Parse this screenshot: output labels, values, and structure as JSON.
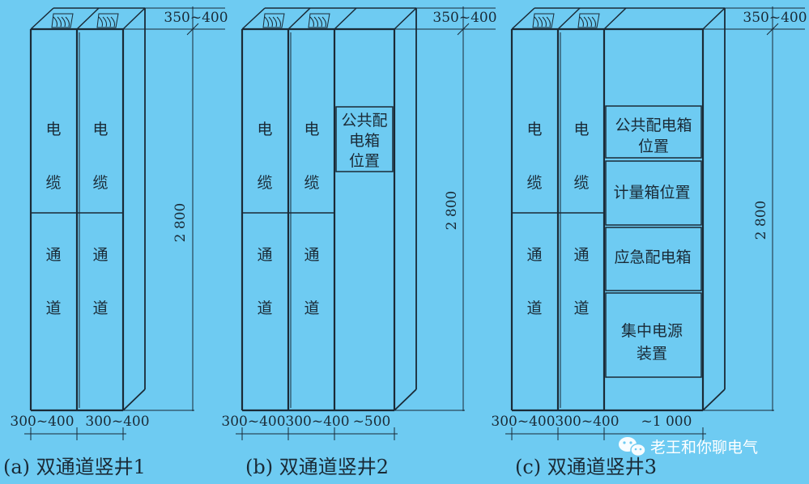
{
  "diagrams": [
    {
      "caption": "(a) 双通道竖井1",
      "depth_label": "350~400",
      "height_label": "2 800",
      "channel_labels": [
        "电",
        "缆",
        "通",
        "道"
      ],
      "width_labels": [
        "300~400",
        "300~400"
      ],
      "boxes": []
    },
    {
      "caption": "(b) 双通道竖井2",
      "depth_label": "350~400",
      "height_label": "2 800",
      "channel_labels": [
        "电",
        "缆",
        "通",
        "道"
      ],
      "width_labels": [
        "300~400",
        "300~400",
        "~500"
      ],
      "boxes": [
        [
          "公共配",
          "电箱",
          "位置"
        ]
      ]
    },
    {
      "caption": "(c) 双通道竖井3",
      "depth_label": "350~400",
      "height_label": "2 800",
      "channel_labels": [
        "电",
        "缆",
        "通",
        "道"
      ],
      "width_labels": [
        "300~400",
        "300~400",
        "~1 000"
      ],
      "boxes": [
        [
          "公共配电箱",
          "位置"
        ],
        [
          "计量箱位置"
        ],
        [
          "应急配电箱"
        ],
        [
          "集中电源",
          "装置"
        ]
      ]
    }
  ],
  "watermark": {
    "text": "老王和你聊电气",
    "icon": "wechat-icon"
  },
  "colors": {
    "background": "#6ECBF2",
    "line": "#1a2a36"
  }
}
